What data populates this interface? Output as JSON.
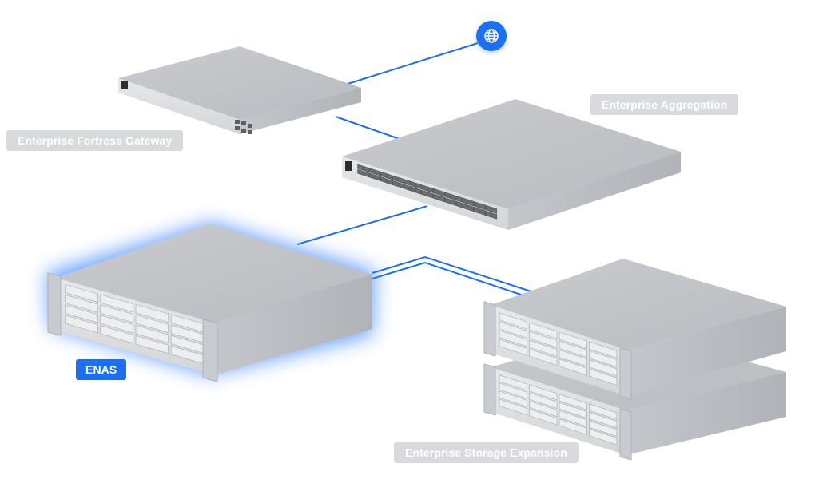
{
  "colors": {
    "link": "#1d6ff2",
    "label_bg": "#d8dade",
    "label_active_bg": "#1d6ff2",
    "label_text": "#ffffff",
    "device_top": "#c4c6ca",
    "device_front": "#dfe1e4",
    "device_side": "#b9bcc0",
    "glow": "#3d86ff"
  },
  "icons": {
    "internet": "globe-icon"
  },
  "labels": {
    "gateway": "Enterprise Fortress Gateway",
    "aggregation": "Enterprise Aggregation",
    "enas": "ENAS",
    "expansion": "Enterprise Storage Expansion"
  },
  "selected_device": "ENAS"
}
